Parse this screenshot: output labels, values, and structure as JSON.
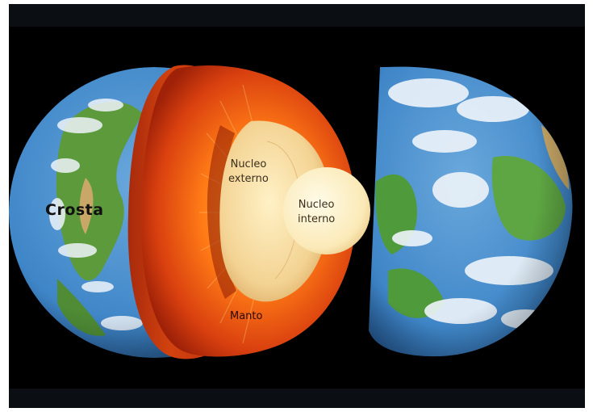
{
  "labels": {
    "crust": "Crosta",
    "outer_core_line1": "Nucleo",
    "outer_core_line2": "externo",
    "inner_core_line1": "Nucleo",
    "inner_core_line2": "interno",
    "mantle": "Manto"
  },
  "colors": {
    "background": "#000000",
    "ocean": "#3f86c8",
    "land": "#4f9a3b",
    "clouds": "#eef4fa",
    "mantle_outer": "#c8320f",
    "mantle_inner": "#ff8a1e",
    "outer_core": "#f4d79a",
    "inner_core": "#fdf1c8"
  }
}
